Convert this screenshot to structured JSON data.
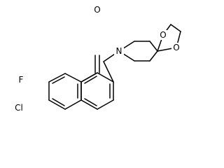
{
  "molecule": {
    "atoms": {
      "oxygen_carbonyl": "O",
      "nitrogen": "N",
      "oxygen_ring_top": "O",
      "oxygen_ring_bottom": "O",
      "fluorine": "F",
      "chlorine": "Cl"
    }
  },
  "colors": {
    "bond": "#000000",
    "background": "#ffffff",
    "label": "#000000"
  }
}
